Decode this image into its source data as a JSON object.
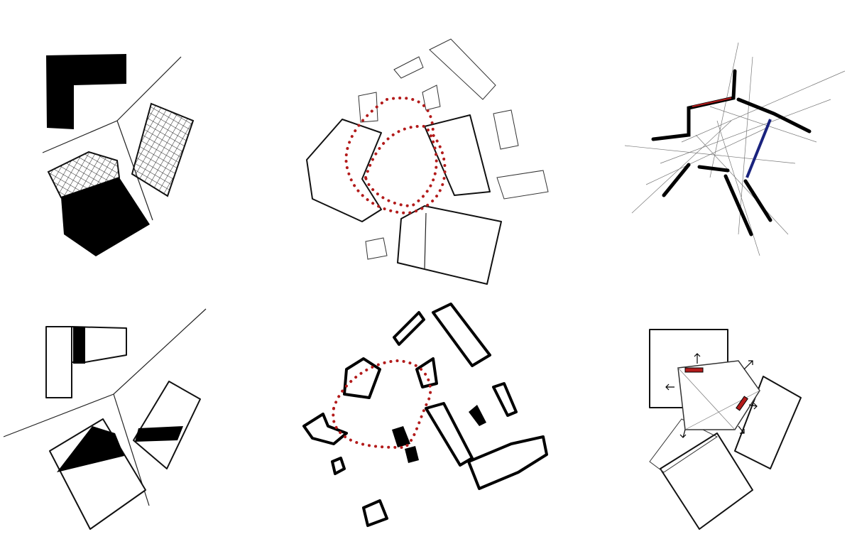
{
  "colors": {
    "ink": "#000000",
    "path_red": "#b31b1b",
    "accent_blue": "#1a237e",
    "pencil_gray": "#777777",
    "background": "#ffffff"
  },
  "panels": [
    {
      "id": "top-left"
    },
    {
      "id": "top-middle"
    },
    {
      "id": "top-right"
    },
    {
      "id": "bottom-left"
    },
    {
      "id": "bottom-middle"
    },
    {
      "id": "bottom-right"
    }
  ]
}
